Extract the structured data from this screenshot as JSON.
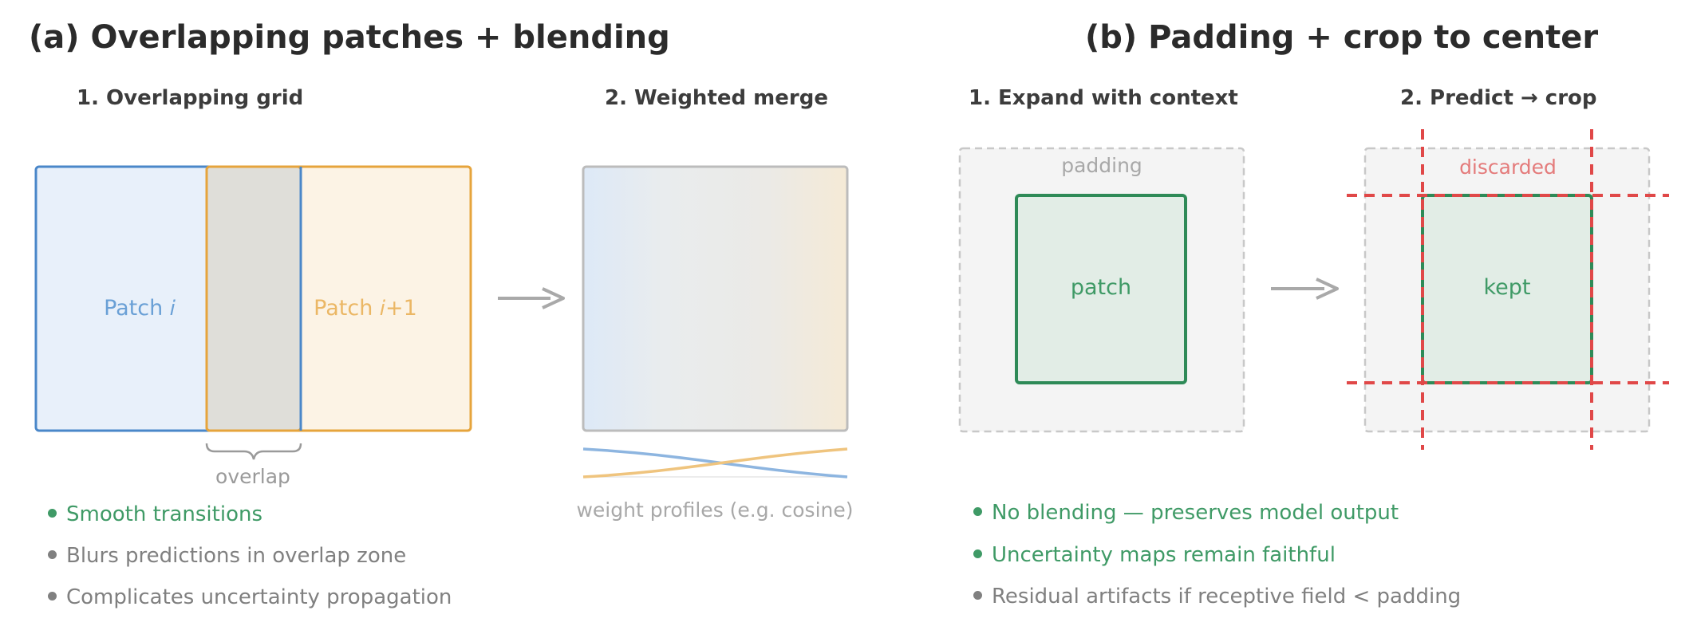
{
  "panel_a": {
    "title": "(a) Overlapping patches + blending",
    "sub1": "1. Overlapping grid",
    "sub2": "2. Weighted merge",
    "patch_i": "Patch 𝑖",
    "patch_i1": "Patch 𝑖+1",
    "overlap_label": "overlap",
    "weight_label": "weight profiles (e.g. cosine)",
    "bullets": [
      "Smooth transitions",
      "Blurs predictions in overlap zone",
      "Complicates uncertainty propagation"
    ]
  },
  "panel_b": {
    "title": "(b) Padding + crop to center",
    "sub1": "1. Expand with context",
    "sub2": "2. Predict → crop",
    "padding_label": "padding",
    "patch_label": "patch",
    "discarded_label": "discarded",
    "kept_label": "kept",
    "bullets": [
      "No blending — preserves model output",
      "Uncertainty maps remain faithful",
      "Residual artifacts if receptive field < padding"
    ]
  },
  "colors": {
    "blue": "#4a87c9",
    "orange": "#e6a43c",
    "green": "#2e8a57",
    "red": "#e04848",
    "gray": "#bdbdbd"
  }
}
